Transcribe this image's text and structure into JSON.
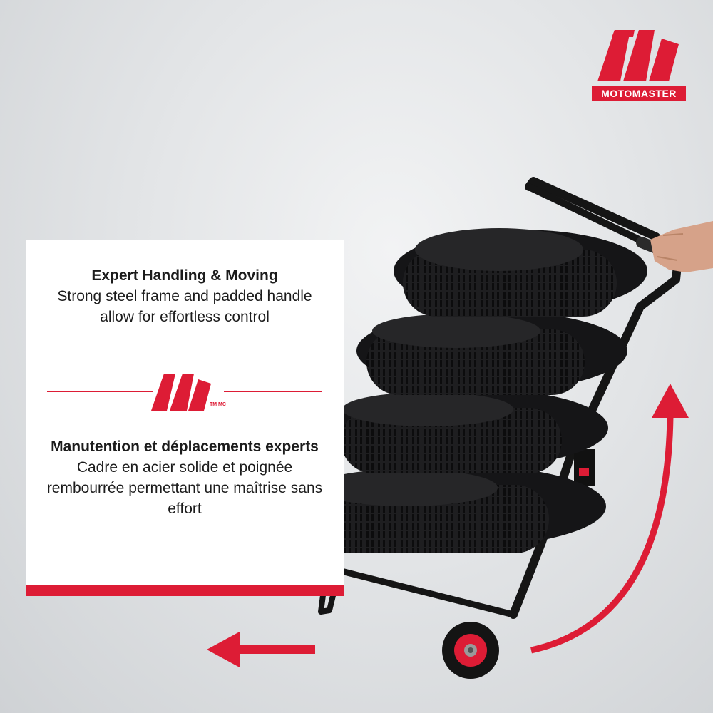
{
  "brand": {
    "name": "MOTOMASTER",
    "mark": "M",
    "color": "#dd1c35"
  },
  "info_card": {
    "english": {
      "heading": "Expert Handling & Moving",
      "body": "Strong steel frame and padded handle allow for effortless control"
    },
    "french": {
      "heading": "Manutention et déplacements experts",
      "body": "Cadre en acier solide et poignée rembourrée permettant une maîtrise sans effort"
    },
    "trademark": "TM MC"
  },
  "icons": {
    "brand_logo": "motomaster-logo-icon",
    "card_logo": "motomaster-m-icon",
    "left_arrow": "arrow-left-icon",
    "curved_arrow": "curved-arrow-up-icon"
  },
  "colors": {
    "accent": "#dd1c35",
    "tire": "#1e1e20",
    "frame": "#151515",
    "background": "#e3e5e7"
  }
}
